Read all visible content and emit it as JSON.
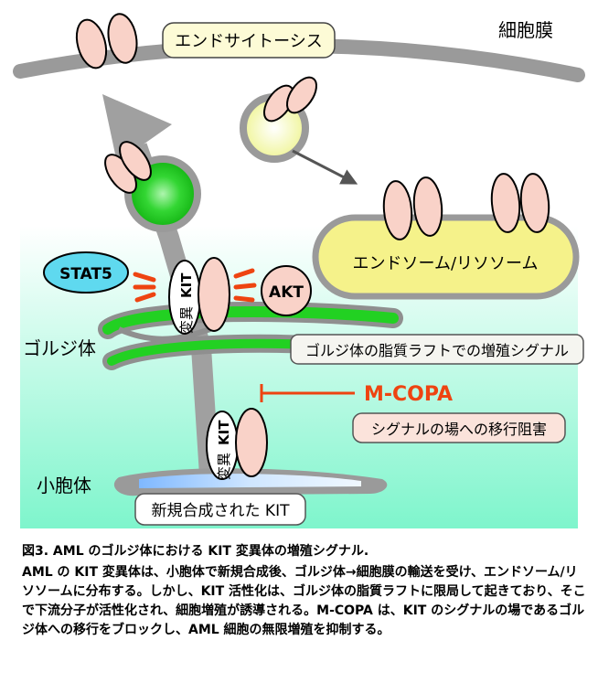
{
  "labels": {
    "cell_membrane": "細胞膜",
    "endocytosis": "エンドサイトーシス",
    "endosome_lysosome": "エンドソーム/リソソーム",
    "stat5": "STAT5",
    "akt": "AKT",
    "mutant_kit_1": "変異",
    "mutant_kit_1b": "KIT",
    "mutant_kit_2": "変異",
    "mutant_kit_2b": "KIT",
    "golgi": "ゴルジ体",
    "golgi_signal": "ゴルジ体の脂質ラフトでの増殖シグナル",
    "m_copa": "M-COPA",
    "migration_block": "シグナルの場への移行阻害",
    "er": "小胞体",
    "new_kit": "新規合成された KIT"
  },
  "colors": {
    "background_gradient_top": "#ffffff",
    "background_gradient_bottom": "#7ef5cc",
    "membrane": "#9a9a9a",
    "vesicle_green": "#33d633",
    "vesicle_yellow": "#f5f7b0",
    "endosome_fill": "#f5f28a",
    "receptor": "#f9d2c8",
    "stat5": "#5fd9ef",
    "akt": "#f9d2c8",
    "inhibitor": "#ee4411",
    "golgi_green": "#1fd11f",
    "er_blue": "#9cc8ff"
  },
  "caption": {
    "title": "図3. AML のゴルジ体における KIT 変異体の増殖シグナル.",
    "body": "AML の KIT 変異体は、小胞体で新規合成後、ゴルジ体→細胞膜の輸送を受け、エンドソーム/リソソームに分布する。しかし、KIT 活性化は、ゴルジ体の脂質ラフトに限局して起きており、そこで下流分子が活性化され、細胞増殖が誘導される。M-COPA は、KIT のシグナルの場であるゴルジ体への移行をブロックし、AML 細胞の無限増殖を抑制する。"
  }
}
